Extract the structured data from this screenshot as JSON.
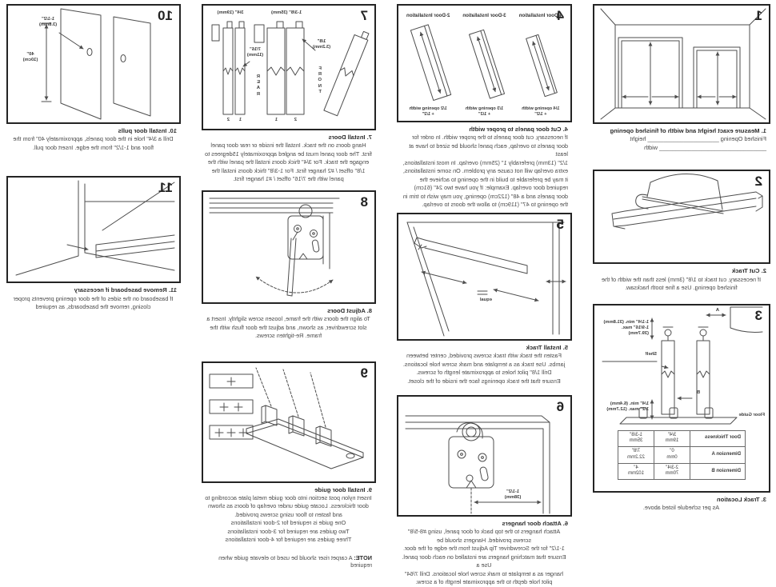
{
  "steps": {
    "s1": {
      "num": "1",
      "title": "1. Measure exact height and width of finished opening",
      "body": "Finished Opening ______________________ height\n_________________________________ width"
    },
    "s2": {
      "num": "2",
      "title": "2. Cut Track",
      "body": "If necessary, cut track to 1/8\" (3mm) less than the width of the\nfinished opening.  Use a fine tooth hacksaw."
    },
    "s3": {
      "num": "3",
      "title": "3. Track Location",
      "body": "As per schedule listed above.",
      "labels": {
        "a": "A",
        "b": "B",
        "shelf": "Shelf",
        "upper": "1-1/4\" min. (31.8mm)\n1-9/16\" max. (39.7mm)",
        "lower": "1/4\" min. (6.4mm)\n1/2\" max. (12.7mm)",
        "floor_guide": "Floor Guide"
      },
      "table": {
        "rows": [
          [
            "Door Thickness",
            "3/4\"\n19mm",
            "1-3/8\"\n35mm"
          ],
          [
            "Dimension A",
            "0\"\n0mm",
            "7/8\"\n22.2mm"
          ],
          [
            "Dimension B",
            "2-3/4\"\n70mm",
            "4\"\n102mm"
          ]
        ]
      }
    },
    "s4": {
      "num": "4",
      "title": "4. Cut door panels to proper width",
      "body": "If necessary, cut door panels to the proper width.  In order for\ndoor panels to overlap, each panel should be sized to have at least\n1/2\" (13mm) preferably 1\" (25mm) overlap.  In most installations,\nextra overlap will not cause any problem.  On some installations,\nit may be preferable to build in the opening to achieve the\nrequired door overlap.  Example: If you have two 24\" (61cm)\ndoor panels and a 48\" (122cm) opening, you may wish to trim in\nthe opening to 47\" (119cm) to allow the doors to overlap.",
      "headers": [
        "2-Door Installation",
        "3-Door Installation",
        "4-Door Installation"
      ],
      "door_labels": [
        "1/2 opening width\n+ 1/2\"",
        "1/3 opening width\n+ 1/2\"",
        "1/4 opening width\n+ 1/2\""
      ]
    },
    "s5": {
      "num": "5",
      "title": "5. Install Track",
      "body": "Fasten the track with track screws provided, center between\njambs. Use track as a template and mark screw hole locations.\nDrill 1/8\" pilot holes to approximate length of screws.\nEnsure that the track openings face the inside of the closet.",
      "labels": {
        "equal": "equal"
      }
    },
    "s6": {
      "num": "6",
      "title": "6. Attach door hangers",
      "body": "Attach hangers to the top back of door panel, using #8-5/8\"\nscrews provided.  Hangers should be\n1-1/2\" for the Screwdriver Tip Adjust from the edge of the door.\nEnsure that matching hangers are installed on each door panel.  Use a\nhanger as a template to mark screw hole locations.  Drill 7/64\"\npilot hole depth to the approximate length of a screw.",
      "labels": {
        "dim": "1-1/2\"\n(38mm)"
      }
    },
    "s7": {
      "num": "7",
      "title": "7. Install Doors",
      "body": "Hang doors on the track.  Install the inside or rear door panel\nfirst.  The door panel must be angled approximately 15degrees to\nengage the track.  For 3/4\" thick doors install the panel with the\n1/8\" offset / #2 hanger first.  For 1-3/8\" thick doors install the\npanel with the 7/16\" offset / #1 hanger first.",
      "labels": {
        "group_a": "1-3/8\" (35mm)",
        "group_b": "3/4\" (19mm)",
        "offset_a": "1/8\"\n(3.2mm)",
        "offset_b": "7/16\"\n(11mm)",
        "front": "F\nR\nO\nN\nT",
        "rear": "R\nE\nA\nR",
        "a1": "2",
        "a2": "1",
        "b1": "1",
        "b2": "2"
      }
    },
    "s8": {
      "num": "8",
      "title": "8. Adjust Doors",
      "body": "To align the doors with the frame, loosen screw slightly.  Insert a\nslot screwdriver, as shown, and adjust the door flush with the\nframe.  Re-tighten screws."
    },
    "s9": {
      "num": "9",
      "title": "9. Install door guide",
      "body": "Insert nylon post section into door guide metal plate according to\ndoor thickness.  Locate guide under overlap of doors as shown\nand fasten to floor using screws provided.\nOne guide is required for 2-door installations\nTwo guides are required for 3-door installations\nThree guides are required for 4-door installations",
      "note_label": "NOTE:",
      "note": " A carpet riser should be used to elevate guide when required"
    },
    "s10": {
      "num": "10",
      "title": "10. Install door pulls",
      "body": "Drill a 3/4\" hole in the door panels, approximately 40\" from the\nfloor and 1-1/2\" from the edge.  Insert door pull.",
      "labels": {
        "dim_v": "40\"\n(10cm)",
        "dim_h": "1-1/2\"\n(3.8mm)"
      }
    },
    "s11": {
      "num": "11",
      "title": "11. Remove baseboard if necessary",
      "body": "If baseboard on the sides of the door opening prevents proper\nclosing, remove the baseboards, as required"
    }
  }
}
